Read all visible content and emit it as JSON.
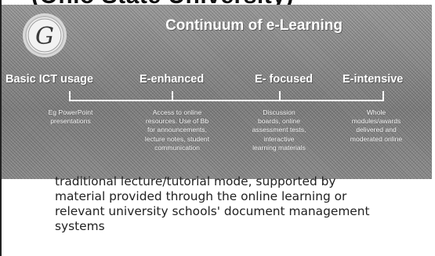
{
  "page": {
    "top_cutoff_text": "(Ohio State University)"
  },
  "slide": {
    "title": "Continuum of e-Learning",
    "logo_letter": "G",
    "stages": [
      {
        "label": "Basic ICT usage",
        "description": "Eg PowerPoint\npresentations"
      },
      {
        "label": "E-enhanced",
        "description": "Access to online\nresources. Use of Bb\nfor announcements,\nlecture notes, student\ncommunication"
      },
      {
        "label": "E- focused",
        "description": "Discussion\nboards, online\nassessment tests,\ninteractive\nlearning materials"
      },
      {
        "label": "E-intensive",
        "description": "Whole\nmodules/awards\ndelivered and\nmoderated online"
      }
    ]
  },
  "body": {
    "paragraph": "traditional lecture/tutorial mode, supported by\nmaterial provided through the online learning or\nrelevant university schools' document management\nsystems"
  }
}
